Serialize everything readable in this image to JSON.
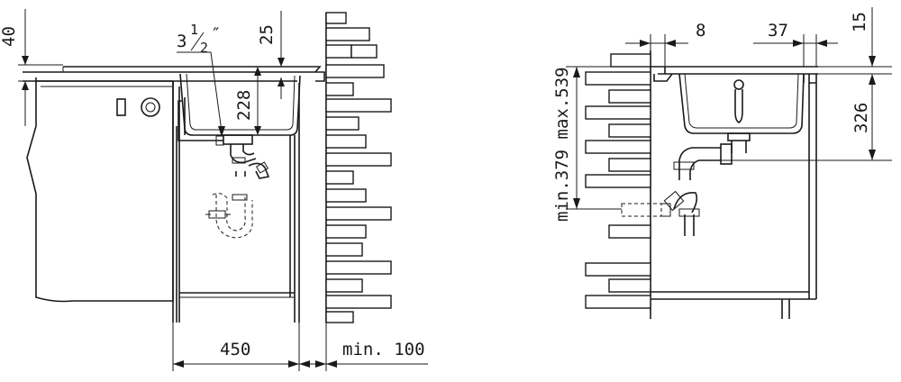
{
  "left_view": {
    "dim_40": "40",
    "dim_thread_whole": "3",
    "dim_thread_num": "1",
    "dim_thread_den": "2",
    "dim_thread_mark": "″",
    "dim_25": "25",
    "dim_228": "228",
    "dim_450": "450",
    "dim_min100": "min. 100"
  },
  "right_view": {
    "dim_8": "8",
    "dim_37": "37",
    "dim_15": "15",
    "dim_326": "326",
    "dim_min_max": "min.379 max.539"
  }
}
